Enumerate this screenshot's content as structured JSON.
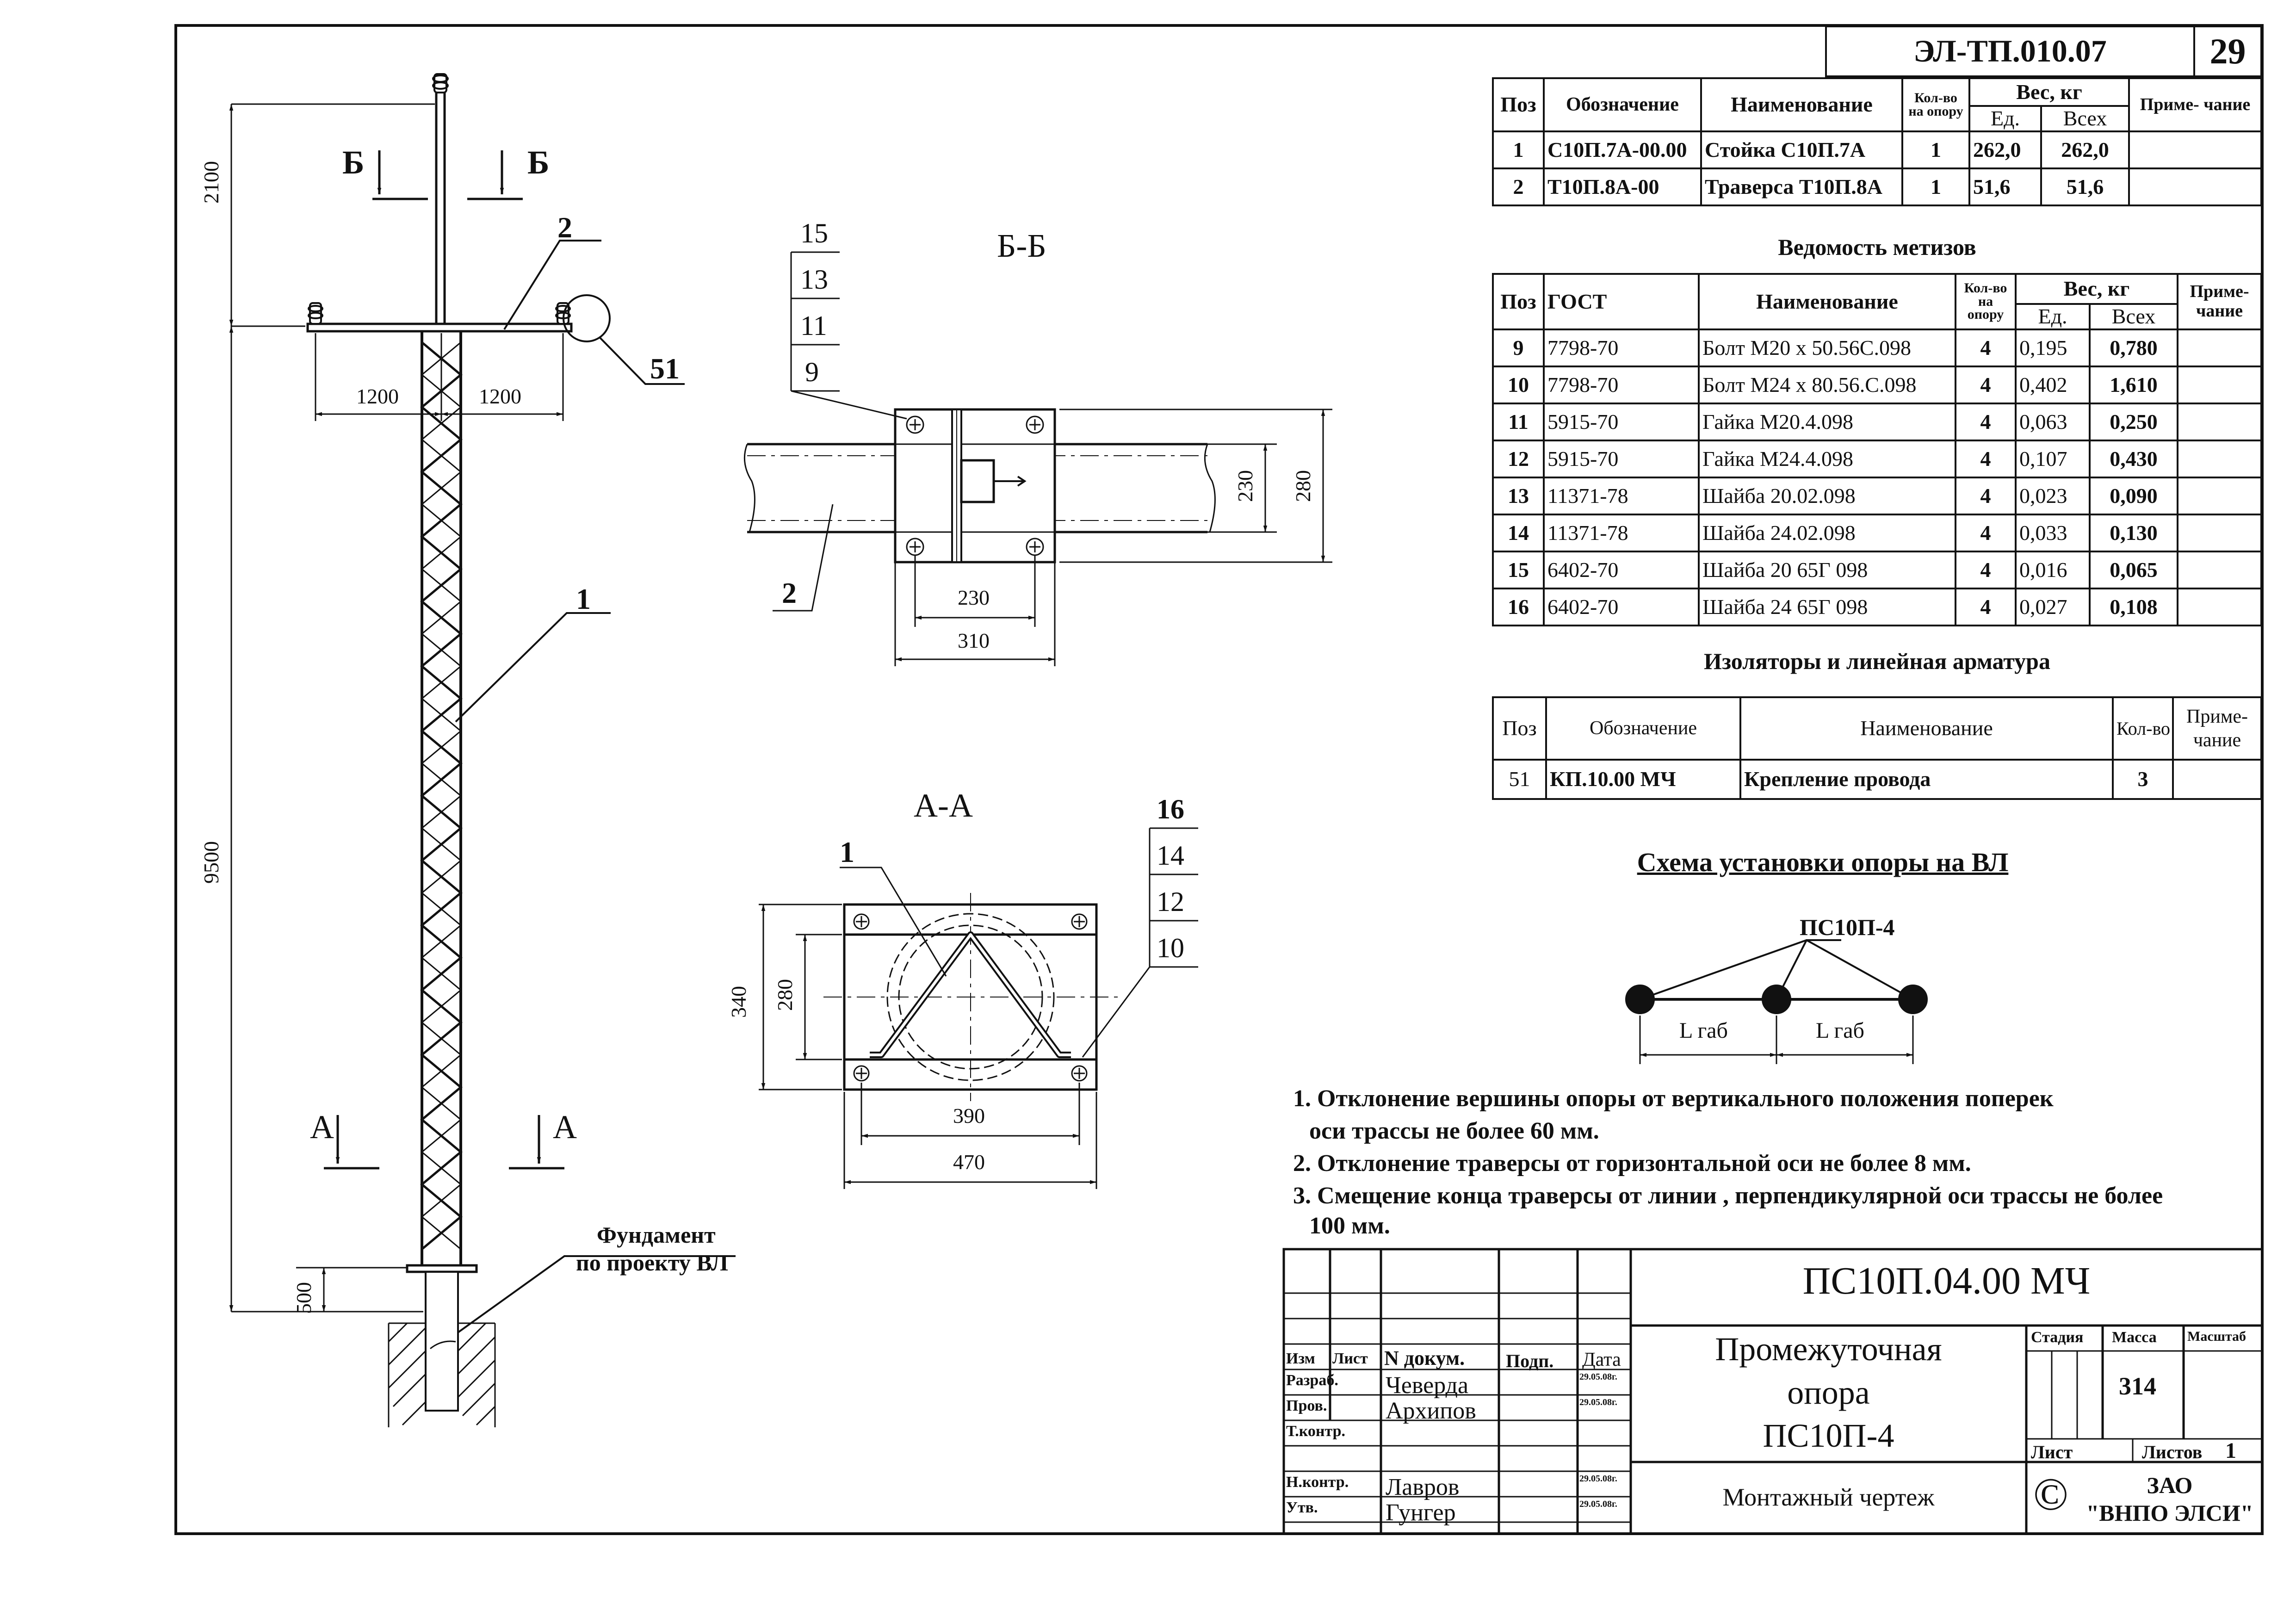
{
  "header": {
    "code": "ЭЛ-ТП.010.07",
    "sheet_no": "29"
  },
  "spec": {
    "head": {
      "pos": "Поз",
      "designation": "Обозначение",
      "name": "Наименование",
      "qty": "Кол-во на опору",
      "weight": "Вес, кг",
      "unit": "Ед.",
      "total": "Всех",
      "note": "Приме- чание"
    },
    "rows": [
      {
        "pos": "1",
        "designation": "С10П.7А-00.00",
        "name": "Стойка С10П.7А",
        "qty": "1",
        "unit": "262,0",
        "total": "262,0"
      },
      {
        "pos": "2",
        "designation": "Т10П.8А-00",
        "name": "Траверса Т10П.8А",
        "qty": "1",
        "unit": "51,6",
        "total": "51,6"
      }
    ]
  },
  "fasteners": {
    "title": "Ведомость метизов",
    "head": {
      "pos": "Поз",
      "gost": "ГОСТ",
      "name": "Наименование",
      "qty": "Кол-во на опору",
      "weight": "Вес, кг",
      "unit": "Ед.",
      "total": "Всех",
      "note": "Приме- чание"
    },
    "rows": [
      {
        "pos": "9",
        "gost": "7798-70",
        "name": "Болт М20 х 50.56С.098",
        "qty": "4",
        "unit": "0,195",
        "total": "0,780"
      },
      {
        "pos": "10",
        "gost": "7798-70",
        "name": "Болт М24 х 80.56.С.098",
        "qty": "4",
        "unit": "0,402",
        "total": "1,610"
      },
      {
        "pos": "11",
        "gost": "5915-70",
        "name": "Гайка М20.4.098",
        "qty": "4",
        "unit": "0,063",
        "total": "0,250"
      },
      {
        "pos": "12",
        "gost": "5915-70",
        "name": "Гайка М24.4.098",
        "qty": "4",
        "unit": "0,107",
        "total": "0,430"
      },
      {
        "pos": "13",
        "gost": "11371-78",
        "name": "Шайба 20.02.098",
        "qty": "4",
        "unit": "0,023",
        "total": "0,090"
      },
      {
        "pos": "14",
        "gost": "11371-78",
        "name": "Шайба 24.02.098",
        "qty": "4",
        "unit": "0,033",
        "total": "0,130"
      },
      {
        "pos": "15",
        "gost": "6402-70",
        "name": "Шайба 20 65Г 098",
        "qty": "4",
        "unit": "0,016",
        "total": "0,065"
      },
      {
        "pos": "16",
        "gost": "6402-70",
        "name": "Шайба 24 65Г 098",
        "qty": "4",
        "unit": "0,027",
        "total": "0,108"
      }
    ]
  },
  "insulators": {
    "title": "Изоляторы и линейная арматура",
    "head": {
      "pos": "Поз",
      "designation": "Обозначение",
      "name": "Наименование",
      "qty": "Кол-во",
      "note": "Приме- чание"
    },
    "rows": [
      {
        "pos": "51",
        "designation": "КП.10.00 МЧ",
        "name": "Крепление провода",
        "qty": "3"
      }
    ]
  },
  "scheme": {
    "title": "Схема установки опоры на ВЛ",
    "pole_label": "ПС10П-4",
    "span1": "L габ",
    "span2": "L габ"
  },
  "notes": [
    "1. Отклонение вершины опоры от вертикального положения поперек",
    "оси трассы не более 60 мм.",
    "2. Отклонение траверсы от горизонтальной оси не более 8 мм.",
    "3. Смещение конца траверсы от линии , перпендикулярной оси трассы не более",
    "100 мм."
  ],
  "elevation": {
    "section_b": "Б",
    "section_a": "А",
    "dim_2100": "2100",
    "dim_9500": "9500",
    "dim_500": "500",
    "dim_1200a": "1200",
    "dim_1200b": "1200",
    "callout_2": "2",
    "callout_51": "51",
    "callout_1": "1",
    "foundation_line1": "Фундамент",
    "foundation_line2": "по проекту ВЛ"
  },
  "section_bb": {
    "title": "Б-Б",
    "labels": [
      "15",
      "13",
      "11",
      "9"
    ],
    "callout_2": "2",
    "dim_230h": "230",
    "dim_310": "310",
    "dim_230v": "230",
    "dim_280": "280"
  },
  "section_aa": {
    "title": "А-А",
    "callout_1": "1",
    "labels": [
      "16",
      "14",
      "12",
      "10"
    ],
    "dim_340": "340",
    "dim_280": "280",
    "dim_390": "390",
    "dim_470": "470"
  },
  "title_block": {
    "doc_code": "ПС10П.04.00 МЧ",
    "name_lines": [
      "Промежуточная",
      "опора",
      "ПС10П-4"
    ],
    "doc_type": "Монтажный чертеж",
    "stage_label": "Стадия",
    "mass_label": "Масса",
    "scale_label": "Масштаб",
    "mass": "314",
    "sheet_label": "Лист",
    "sheets_label": "Листов",
    "sheets": "1",
    "company_line1": "ЗАО",
    "company_line2": "\"ВНПО ЭЛСИ\"",
    "copyright": "©",
    "col_izm": "Изм",
    "col_list": "Лист",
    "col_ndoc": "N докум.",
    "col_sign": "Подп.",
    "col_date": "Дата",
    "people": [
      {
        "role": "Разраб.",
        "name": "Чеверда",
        "date": "29.05.08г."
      },
      {
        "role": "Пров.",
        "name": "Архипов",
        "date": "29.05.08г."
      },
      {
        "role": "Т.контр.",
        "name": "",
        "date": ""
      },
      {
        "role": "Н.контр.",
        "name": "Лавров",
        "date": "29.05.08г."
      },
      {
        "role": "Утв.",
        "name": "Гунгер",
        "date": "29.05.08г."
      }
    ]
  }
}
